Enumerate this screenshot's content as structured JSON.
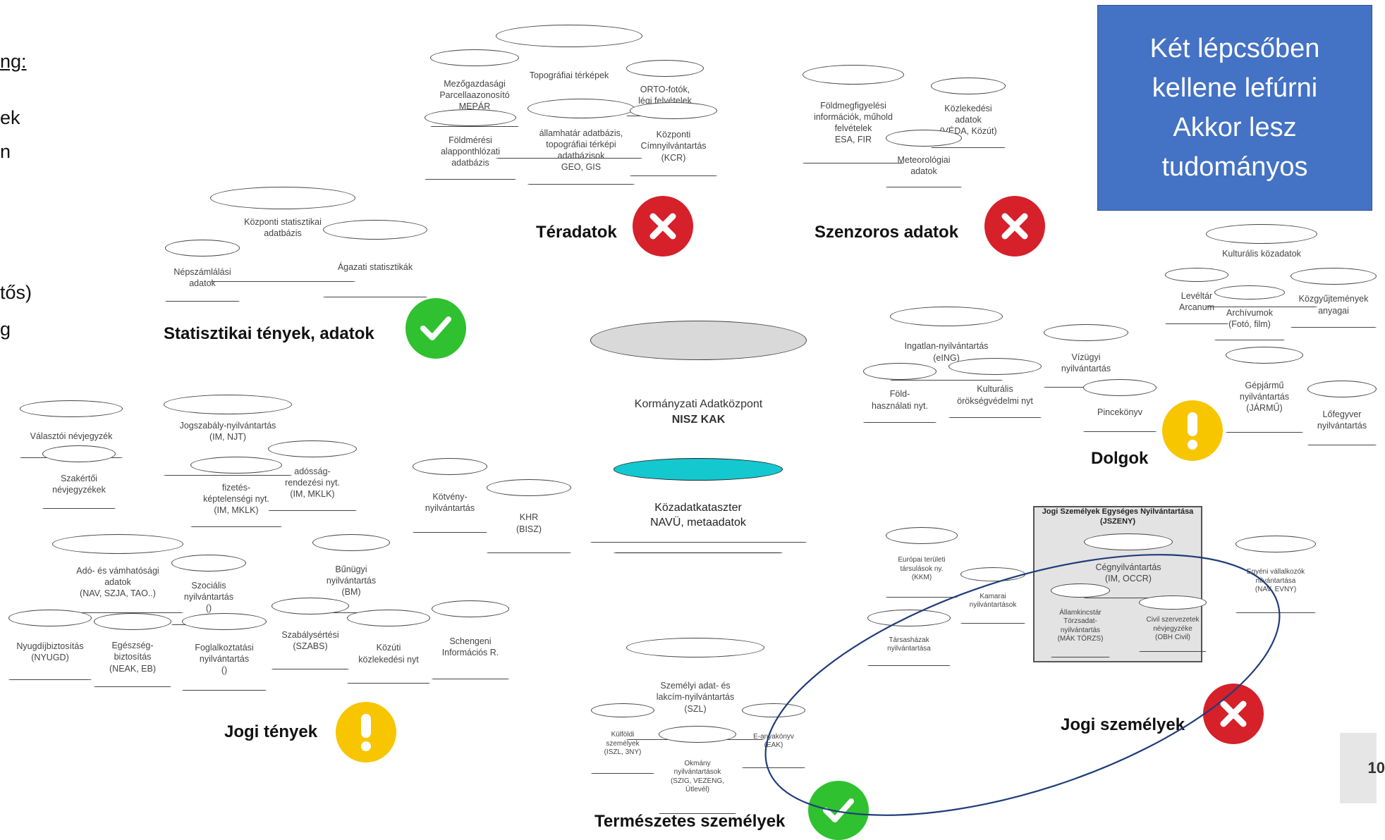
{
  "left_fragments": [
    "ng:",
    "ek",
    "n",
    "tős)",
    "g"
  ],
  "blue_box": {
    "line1": "Két lépcsőben",
    "line2": "kellene lefúrni",
    "line3": "Akkor lesz",
    "line4": "tudományos"
  },
  "page_number": "10",
  "groups": {
    "teradatok": "Téradatok",
    "szenzoros": "Szenzoros adatok",
    "statisztikai": "Statisztikai tények, adatok",
    "dolgok": "Dolgok",
    "jogi_tenyek": "Jogi tények",
    "jogi_szemelyek": "Jogi személyek",
    "termeszetes": "Természetes személyek"
  },
  "center": {
    "kak_line1": "Kormányzati Adatközpont",
    "kak_line2": "NISZ KAK",
    "kozadat_line1": "Közadatkataszter",
    "kozadat_line2": "NAVÜ, metaadatok"
  },
  "jszeny": {
    "title": "Jogi Személyek Egységes Nyilvántartása\n(JSZENY)"
  },
  "cylinders": {
    "topo": "Topográfiai térképek",
    "mepar": "Mezőgazdasági\nParcellaazonosító\nMEPÁR",
    "orto": "ORTO-fotók,\nlégi felvételek",
    "foldmeresi": "Földmérési\nalapponthlózati\nadatbázis",
    "allamhatar": "államhatár adatbázis,\ntopográfiai térképi\nadatbázisok\nGEO, GIS",
    "kcr": "Központi\nCímnyilvántartás\n(KCR)",
    "foldmegfigyelesi": "Földmegfigyelési\ninformációk, műhold\nfelvételek\nESA, FIR",
    "kozlekedesi": "Közlekedési\nadatok\n(VÉDA, Közút)",
    "meteo": "Meteorológiai\nadatok",
    "kozponti_stat": "Központi statisztikai\nadatbázis",
    "agazati": "Ágazati statisztikák",
    "nepszamlalasi": "Népszámlálási\nadatok",
    "kulturalis_koz": "Kulturális közadatok",
    "leveltar": "Levéltár\nArcanum",
    "archivumok": "Archívumok\n(Fotó, film)",
    "kozgyujtemenyek": "Közgyűjtemények\nanyagai",
    "ingatlan": "Ingatlan-nyilvántartás\n(eING)",
    "vizugyi": "Vízügyi\nnyilvántartás",
    "fold": "Föld-\nhasználati nyt.",
    "kulturalis_orok": "Kulturális\nörökségvédelmi nyt",
    "pincekonyv": "Pincekönyv",
    "gepjarmu": "Gépjármű\nnyilvántartás\n(JÁRMŰ)",
    "lofegyver": "Lőfegyver\nnyilvántartás",
    "valasztoi": "Választói névjegyzék",
    "szakertoi": "Szakértői\nnévjegyzékek",
    "jogszabaly": "Jogszabály-nyilvántartás\n(IM, NJT)",
    "adossag": "adósság-\nrendezési nyt.\n(IM, MKLK)",
    "fizetes": "fizetés-\nképtelenségi nyt.\n(IM, MKLK)",
    "kotveny": "Kötvény-\nnyilvántartás",
    "khr": "KHR\n(BISZ)",
    "ado": "Adó- és vámhatósági\nadatok\n(NAV, SZJA, TAO..)",
    "szocialis": "Szociális\nnyilvántartás\n()",
    "bunugyi": "Bűnügyi\nnyilvántartás\n(BM)",
    "nyugdij": "Nyugdíjbiztosítás\n(NYUGD)",
    "egeszseg": "Egészség-\nbiztosítás\n(NEAK, EB)",
    "foglalkoztatasi": "Foglalkoztatási\nnyilvántartás\n()",
    "szabalysertesi": "Szabálysértési\n(SZABS)",
    "kozuti": "Közúti\nközlekedési nyt",
    "schengeni": "Schengeni\nInformációs R.",
    "europai": "Európai területi\ntársulások ny.\n(KKM)",
    "kamarai": "Kamarai\nnyilvántartások",
    "tarsashazak": "Társasházak\nnyilvántartása",
    "cegnyilvantartas": "Cégnyilvántartás\n(IM, OCCR)",
    "allamkincstar": "Államkincstár\nTörzsadat-\nnyilvántartás\n(MÁK TÖRZS)",
    "civil": "Civil szervezetek\nnévjegyzéke\n(OBH Civil)",
    "egyeni": "Egyéni vállalkozók\nnilvántartása\n(NAV, EVNY)",
    "szemelyi": "Személyi adat- és\nlakcím-nyilvántartás\n(SZL)",
    "kulfoldi": "Külföldi\nszemélyek\n(ISZL, 3NY)",
    "okmany": "Okmány\nnyilvántartások\n(SZIG, VEZENG,\nÚtlevél)",
    "eanyakonyv": "E-anyakönyv\n(EAK)"
  },
  "colors": {
    "x": "#d6202a",
    "check": "#2fc12f",
    "warning": "#f7c600",
    "blue_box": "#4472c4",
    "teal": "#14c8d0",
    "gray": "#d9d9d9"
  }
}
